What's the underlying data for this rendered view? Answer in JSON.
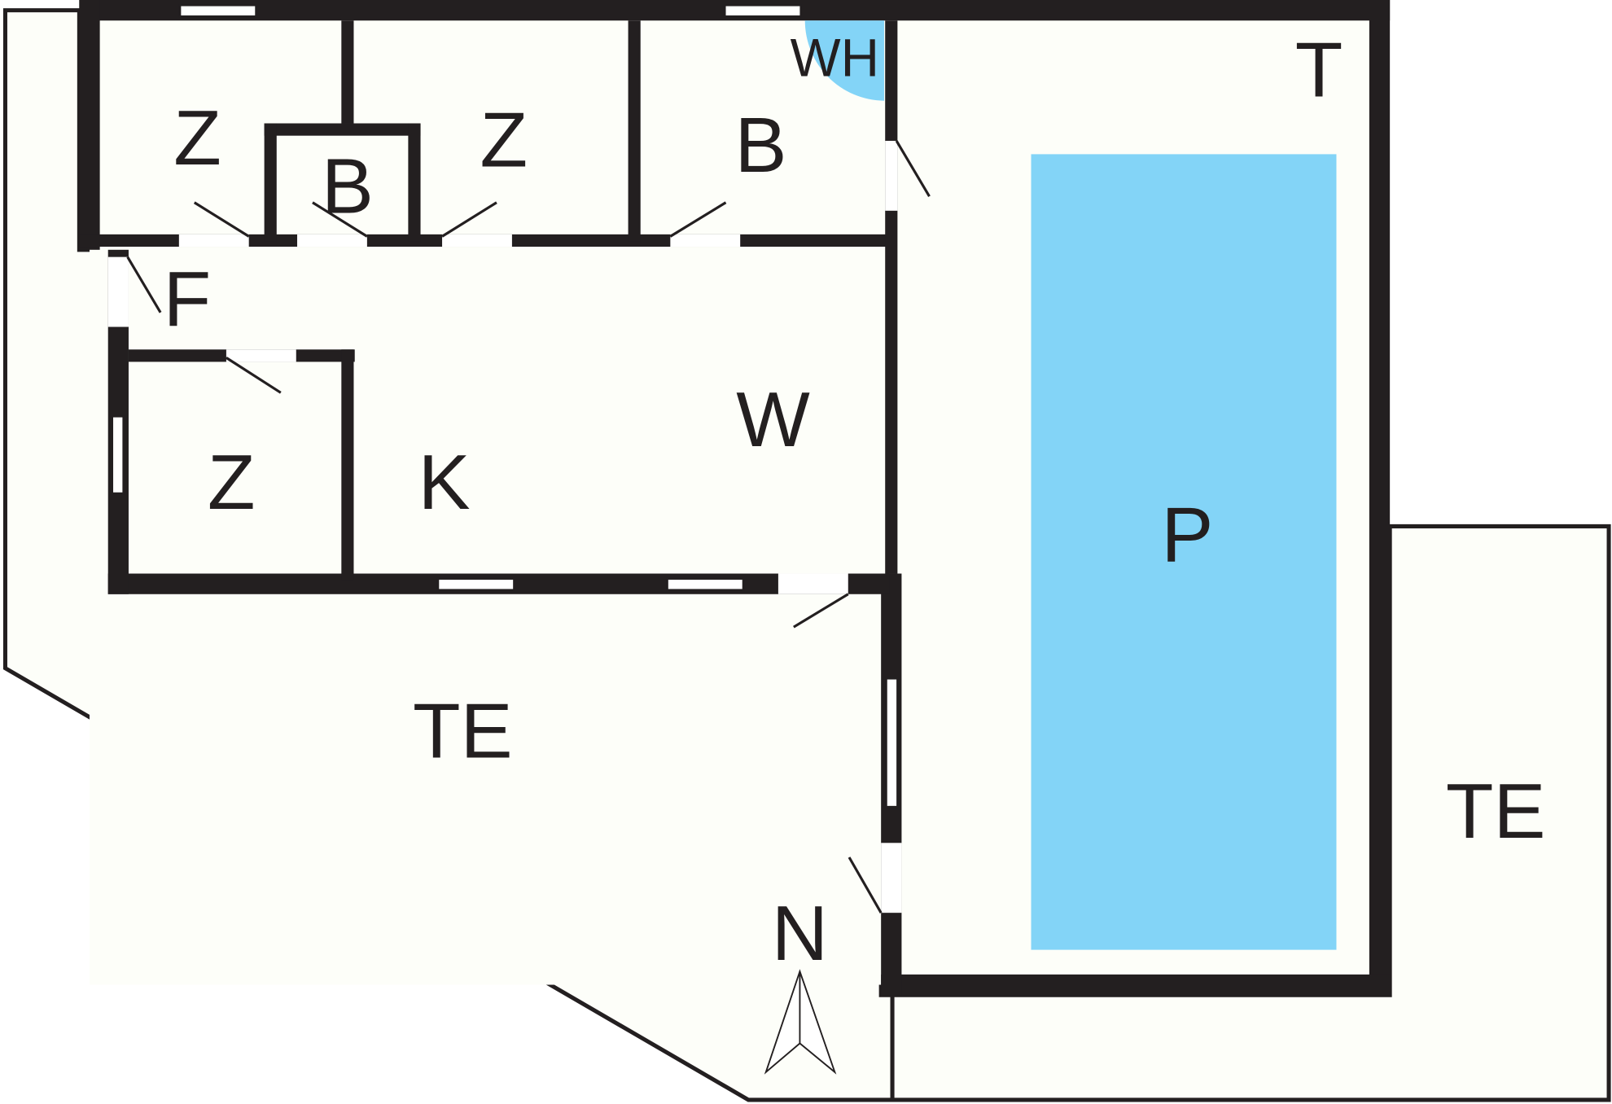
{
  "title": "Floor plan",
  "colors": {
    "wall": "#231f20",
    "floor": "#fdfef9",
    "water": "#83d4f7"
  },
  "rooms": [
    {
      "id": "bedroom-1",
      "label": "Z"
    },
    {
      "id": "bedroom-2",
      "label": "Z"
    },
    {
      "id": "bathroom-1",
      "label": "B"
    },
    {
      "id": "bathroom-2",
      "label": "B"
    },
    {
      "id": "water-heater",
      "label": "WH"
    },
    {
      "id": "terrace-pool",
      "label": "T"
    },
    {
      "id": "hallway",
      "label": "F"
    },
    {
      "id": "living",
      "label": "W"
    },
    {
      "id": "bedroom-3",
      "label": "Z"
    },
    {
      "id": "kitchen",
      "label": "K"
    },
    {
      "id": "pool",
      "label": "P"
    },
    {
      "id": "terrace-1",
      "label": "TE"
    },
    {
      "id": "terrace-2",
      "label": "TE"
    }
  ],
  "compass": {
    "label": "N"
  }
}
